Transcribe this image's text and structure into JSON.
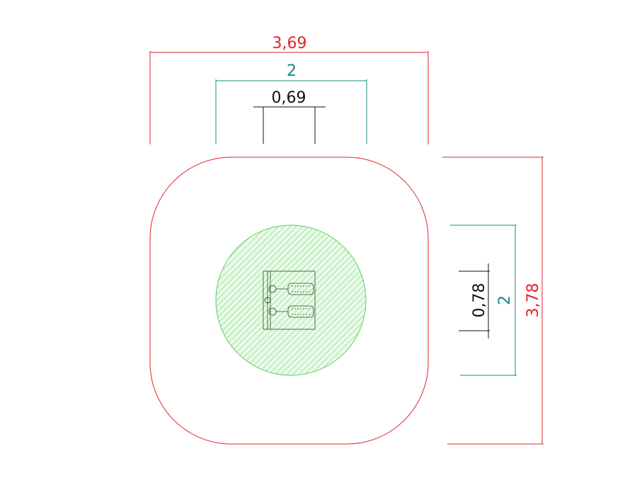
{
  "colors": {
    "overall": "#e0242b",
    "zone": "#1a8a80",
    "equipment": "#111111",
    "hatch": "#5fcf5f"
  },
  "dimensions": {
    "overall_width": "3,69",
    "zone_width": "2",
    "equipment_width": "0,69",
    "overall_depth": "3,78",
    "zone_depth": "2",
    "equipment_depth": "0,78"
  }
}
